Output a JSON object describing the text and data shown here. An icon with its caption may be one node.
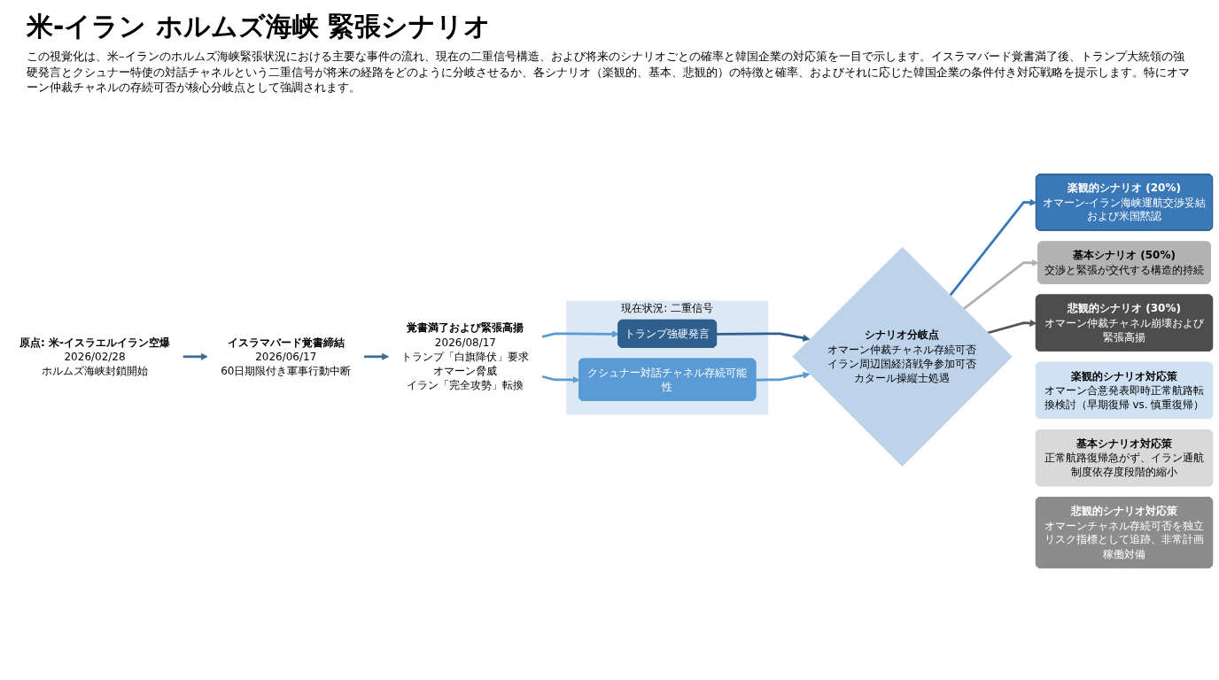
{
  "diagram": {
    "title": "米-イラン ホルムズ海峡 緊張シナリオ",
    "caption": "この視覚化は、米–イランのホルムズ海峡緊張状況における主要な事件の流れ、現在の二重信号構造、および将来のシナリオごとの確率と韓国企業の対応策を一目で示します。イスラマバード覚書満了後、トランプ大統領の強硬発言とクシュナー特使の対話チャネルという二重信号が将来の経路をどのように分岐させるか、各シナリオ（楽観的、基本、悲観的）の特徴と確率、およびそれに応じた韓国企業の条件付き対応戦略を提示します。特にオマーン仲裁チャネルの存続可否が核心分岐点として強調されます。",
    "nodes": [
      {
        "text": [
          "原点: 米-イスラエルイラン空爆",
          "2026/02/28",
          "ホルムズ海峡封鎖開始"
        ]
      },
      {
        "text": [
          "イスラマバード覚書締結",
          "2026/06/17",
          "60日期限付き軍事行動中断"
        ]
      },
      {
        "text": [
          "覚書満了および緊張高揚",
          "2026/08/17",
          "トランプ「白旗降伏」要求",
          "オマーン脅威",
          "イラン「完全攻勢」転換"
        ]
      },
      {
        "text": [
          "現在状況: 二重信号"
        ]
      },
      {
        "text": [
          "トランプ強硬発言"
        ],
        "in": 3
      },
      {
        "text": [
          "クシュナー対話チャネル存続可能性"
        ],
        "in": 3
      },
      {
        "text": [
          "シナリオ分岐点",
          "オマーン仲裁チャネル存続可否",
          "イラン周辺国経済戦争参加可否",
          "カタール操縦士処遇"
        ]
      },
      {
        "text": [
          "楽観的シナリオ (20%)",
          "オマーン-イラン海峡運航交渉妥結および米国黙認"
        ]
      },
      {
        "text": [
          "楽観的シナリオ対応策",
          "オマーン合意発表即時正常航路転換検討（早期復帰 vs. 慎重復帰）"
        ]
      },
      {
        "text": [
          "基本シナリオ (50%)",
          "交渉と緊張が交代する構造的持続"
        ]
      },
      {
        "text": [
          "基本シナリオ対応策",
          "正常航路復帰急がず、イラン通航制度依存度段階的縮小"
        ]
      },
      {
        "text": [
          "悲観的シナリオ (30%)",
          "オマーン仲裁チャネル崩壊および緊張高揚"
        ]
      },
      {
        "text": [
          "悲観的シナリオ対応策",
          "オマーンチャネル存続可否を独立リスク指標として追跡、非常計画稼働対備"
        ]
      }
    ],
    "edges": [
      {
        "from": 0,
        "to": 1,
        "arrow": "to",
        "color": "#3e6d96"
      },
      {
        "from": 1,
        "to": 2,
        "arrow": "to",
        "color": "#3e6d96"
      },
      {
        "from": 2,
        "to": 4,
        "arrow": "to",
        "color": "#5b9bd5"
      },
      {
        "from": 2,
        "to": 5,
        "arrow": "to",
        "color": "#5b9bd5"
      },
      {
        "from": 4,
        "to": 6,
        "arrow": "to",
        "color": "#2e5f8f"
      },
      {
        "from": 5,
        "to": 6,
        "arrow": "to",
        "color": "#5b9bd5"
      },
      {
        "from": 6,
        "to": 7,
        "arrow": "to",
        "color": "#3a78b5"
      },
      {
        "from": 6,
        "to": 9,
        "arrow": "to",
        "color": "#b0b0b0"
      },
      {
        "from": 6,
        "to": 11,
        "arrow": "to",
        "color": "#555555"
      }
    ]
  }
}
